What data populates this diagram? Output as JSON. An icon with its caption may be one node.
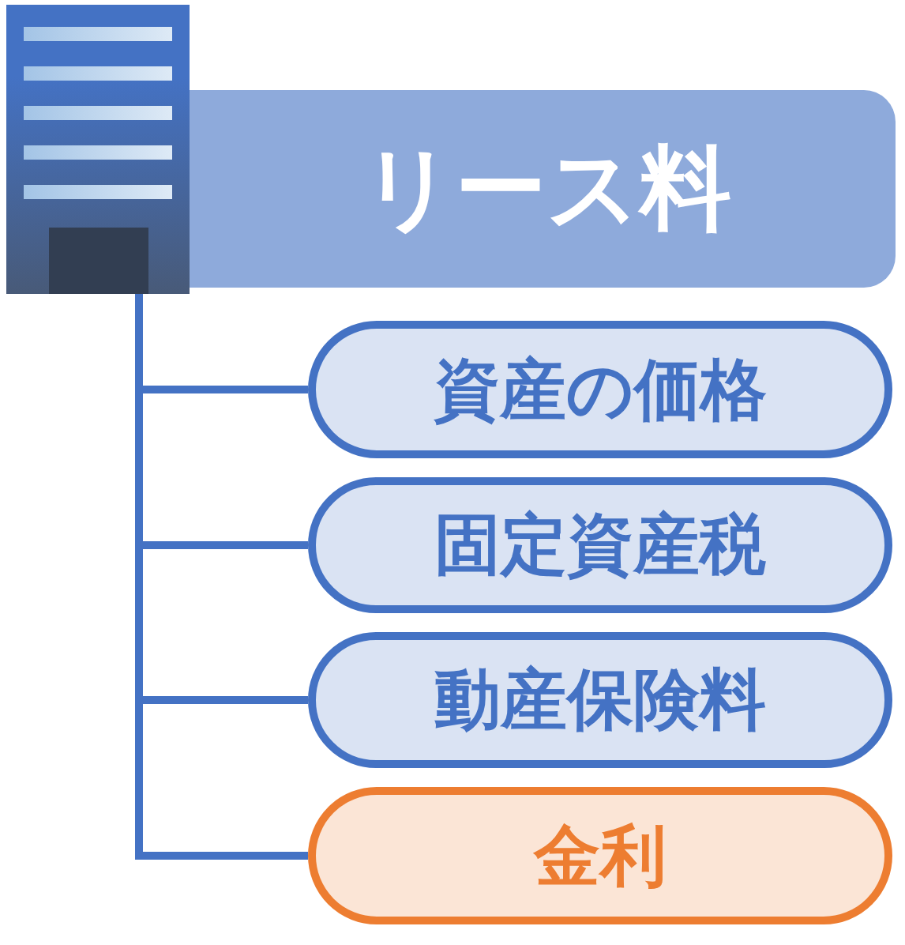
{
  "diagram": {
    "nodes": [
      {
        "text": [],
        "shape": "picture"
      },
      {
        "text": [
          "リース料"
        ]
      },
      {
        "text": [
          "資産の価格"
        ]
      },
      {
        "text": [
          "固定資産税"
        ]
      },
      {
        "text": [
          "動産保険料"
        ]
      },
      {
        "text": [
          "金利"
        ]
      }
    ],
    "edges": [
      {
        "from": 0,
        "to": 2,
        "arrow": "none"
      },
      {
        "from": 0,
        "to": 3,
        "arrow": "none"
      },
      {
        "from": 0,
        "to": 4,
        "arrow": "none"
      },
      {
        "from": 0,
        "to": 5,
        "arrow": "none",
        "color": "#4472c4"
      }
    ]
  }
}
